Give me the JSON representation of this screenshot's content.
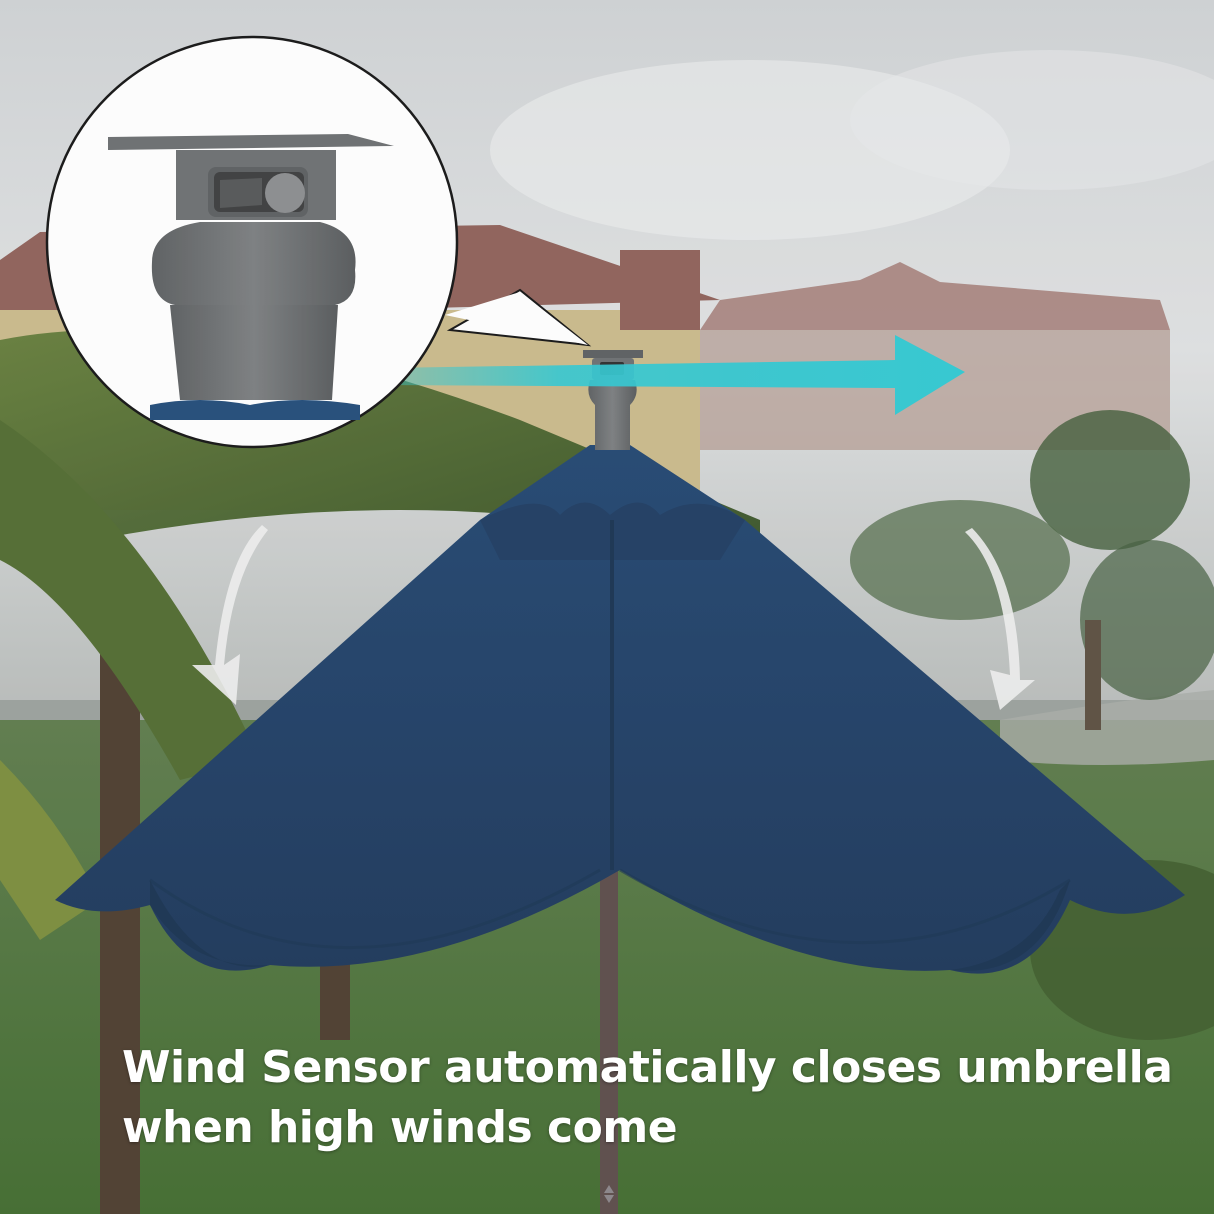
{
  "caption": {
    "line1": "Wind Sensor automatically closes umbrella",
    "line2": "when high winds come"
  },
  "scene": {
    "subject": "navy blue patio umbrella with wind sensor on top",
    "setting": "stormy tropical resort with palm trees, tiled-roof villas, rain and green lawn",
    "callout": "magnified view of wind sensor cap in white circular speech bubble",
    "wind_arrow_color": "#2ec8d2",
    "closing_arrows_color": "#e8e8e8",
    "canopy_color": "#1d3a5f",
    "sensor_color": "#6b6e70",
    "pole_color": "#5a4a48",
    "sky_color": "#d8dadc",
    "grass_color": "#3f6a2c"
  },
  "icons": {
    "wind_arrow": "arrow-right",
    "left_curved_arrow": "arrow-curve-down-left",
    "right_curved_arrow": "arrow-curve-down-right"
  }
}
